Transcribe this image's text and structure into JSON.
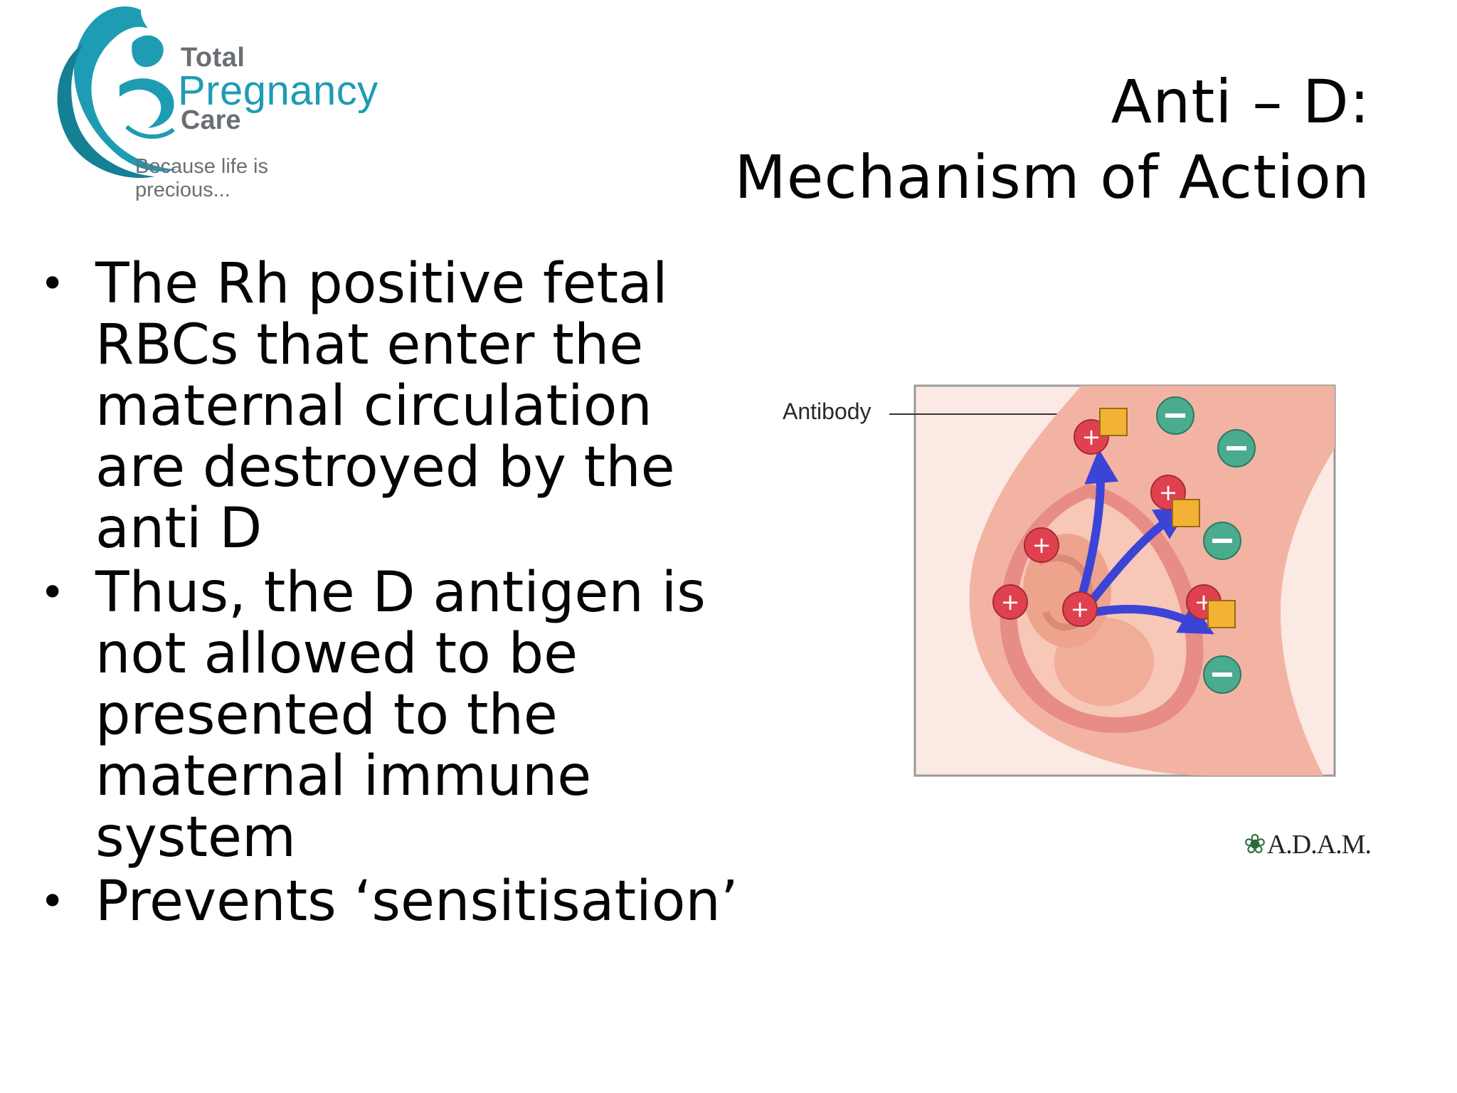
{
  "logo": {
    "line1": "Total",
    "line2": "Pregnancy",
    "line3": "Care",
    "tagline": "Because life is precious..."
  },
  "title": {
    "line1": "Anti – D:",
    "line2": "Mechanism of Action"
  },
  "bullets": [
    {
      "text": "The Rh positive fetal RBCs that enter the maternal circulation are destroyed by the anti D"
    },
    {
      "text": "Thus, the D antigen is not allowed to be presented to the maternal immune system"
    },
    {
      "text": "Prevents ‘sensitisation’"
    }
  ],
  "bullet_glyph": "•",
  "illustration": {
    "label": "Antibody",
    "credit": "A.D.A.M.",
    "colors": {
      "rbc_positive": "#e0414f",
      "rbc_negative": "#4bab8e",
      "antibody": "#f2b233",
      "arrow": "#3c44d6",
      "skin": "#f3b3a3"
    }
  }
}
